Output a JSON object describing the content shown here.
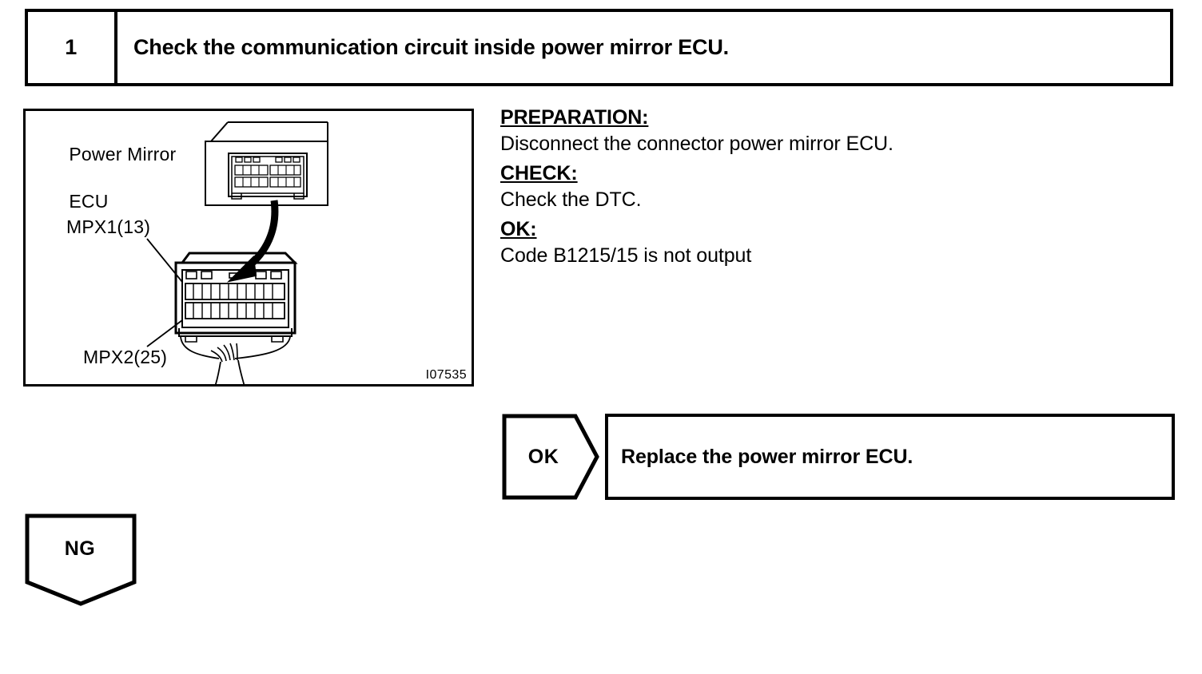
{
  "step": {
    "number": "1",
    "title": "Check the communication circuit inside power mirror ECU."
  },
  "diagram": {
    "component_label_line1": "Power Mirror",
    "component_label_line2": "ECU",
    "pin_label_1": "MPX1(13)",
    "pin_label_2": "MPX2(25)",
    "reference_code": "I07535"
  },
  "instructions": {
    "preparation_heading": "PREPARATION:",
    "preparation_text": "Disconnect the connector power mirror ECU.",
    "check_heading": "CHECK:",
    "check_text": "Check the DTC.",
    "ok_heading": "OK:",
    "ok_text": "Code B1215/15 is not output"
  },
  "outcomes": {
    "ok_label": "OK",
    "ok_action": "Replace the power mirror ECU.",
    "ng_label": "NG"
  },
  "colors": {
    "ink": "#000000",
    "paper": "#ffffff"
  }
}
